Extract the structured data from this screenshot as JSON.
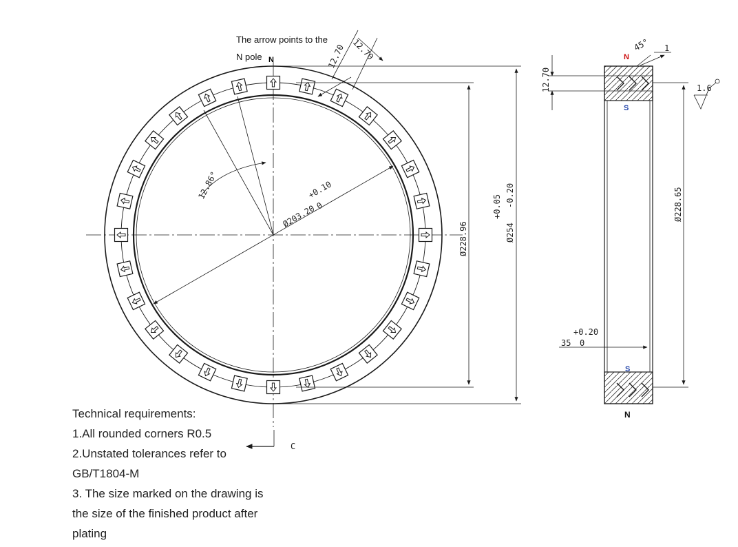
{
  "colors": {
    "line": "#1a1a1a",
    "north": "#cc1111",
    "south": "#2244aa"
  },
  "annotation": {
    "line1": "The arrow points to the",
    "line2": "N pole",
    "pole_mark": "N"
  },
  "front_view": {
    "magnet_count": 28,
    "dims": {
      "pitch_angle": "12.86°",
      "magnet_width_a": "12.70",
      "magnet_width_b": "12.70",
      "inner_dia": "Ø203.20",
      "inner_tol_upper": "+0.10",
      "inner_tol_lower": "0",
      "pitch_dia": "Ø228.96",
      "outer_dia": "Ø254",
      "outer_tol_upper": "+0.05",
      "outer_tol_lower": "-0.20"
    }
  },
  "side_view": {
    "dims": {
      "thickness": "12.70",
      "chamfer_angle": "45°",
      "chamfer_size": "1",
      "roughness": "1.6",
      "pitch_dia": "Ø228.65",
      "height": "35",
      "height_tol_upper": "+0.20",
      "height_tol_lower": "0"
    },
    "poles": {
      "top_north": "N",
      "top_south": "S",
      "bottom_south": "S",
      "bottom_north": "N"
    }
  },
  "section_marker": "C",
  "technical_requirements": {
    "title": "Technical requirements:",
    "items": [
      "1.All rounded corners R0.5",
      "2.Unstated tolerances refer to",
      "GB/T1804-M",
      "3. The size marked on the drawing is",
      "the size of the finished product after",
      "plating"
    ]
  }
}
